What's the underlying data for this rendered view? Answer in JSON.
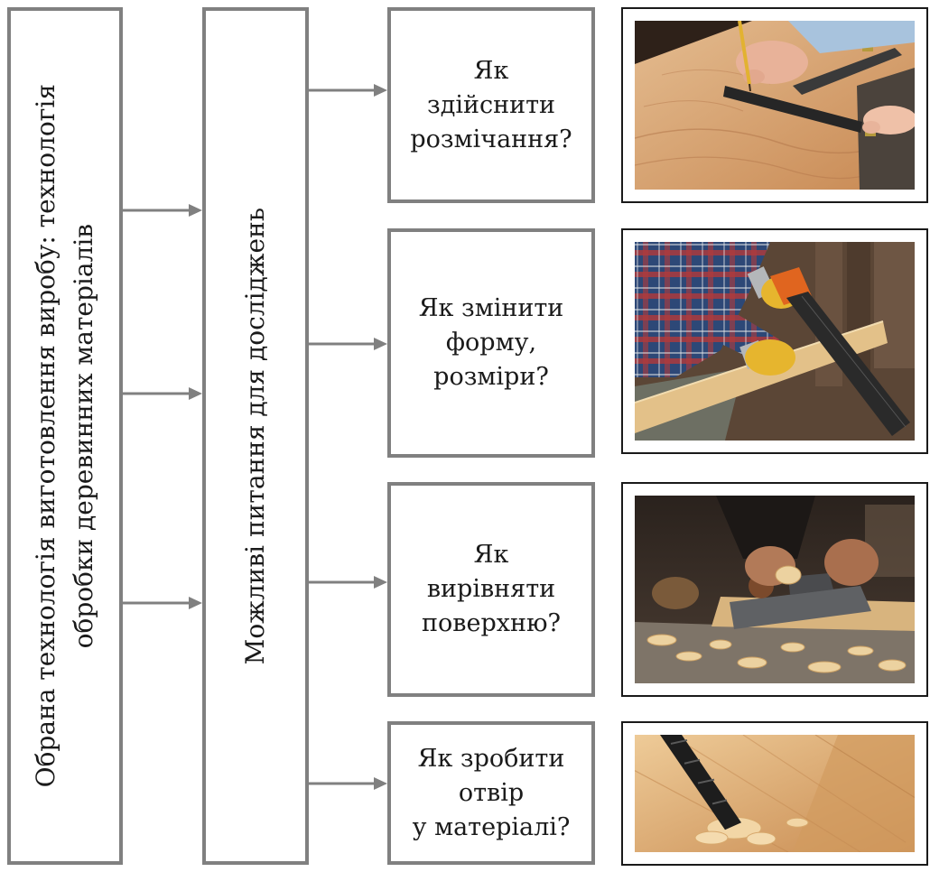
{
  "colors": {
    "box_border": "#808080",
    "arrow": "#808080",
    "photo_frame": "#1a1a1a",
    "text": "#1a1a1a"
  },
  "technology_box": {
    "lines": [
      "Обрана технологія виготовлення виробу: технологія",
      "обробки деревинних матеріалів"
    ]
  },
  "research_box": {
    "label": "Можливі питання для досліджень"
  },
  "questions": [
    {
      "lines": [
        "Як",
        "здійснити",
        "розмічання?"
      ]
    },
    {
      "lines": [
        "Як змінити",
        "форму,",
        "розміри?"
      ]
    },
    {
      "lines": [
        "Як",
        "вирівняти",
        "поверхню?"
      ]
    },
    {
      "lines": [
        "Як зробити",
        "отвір",
        "у матеріалі?"
      ]
    }
  ]
}
